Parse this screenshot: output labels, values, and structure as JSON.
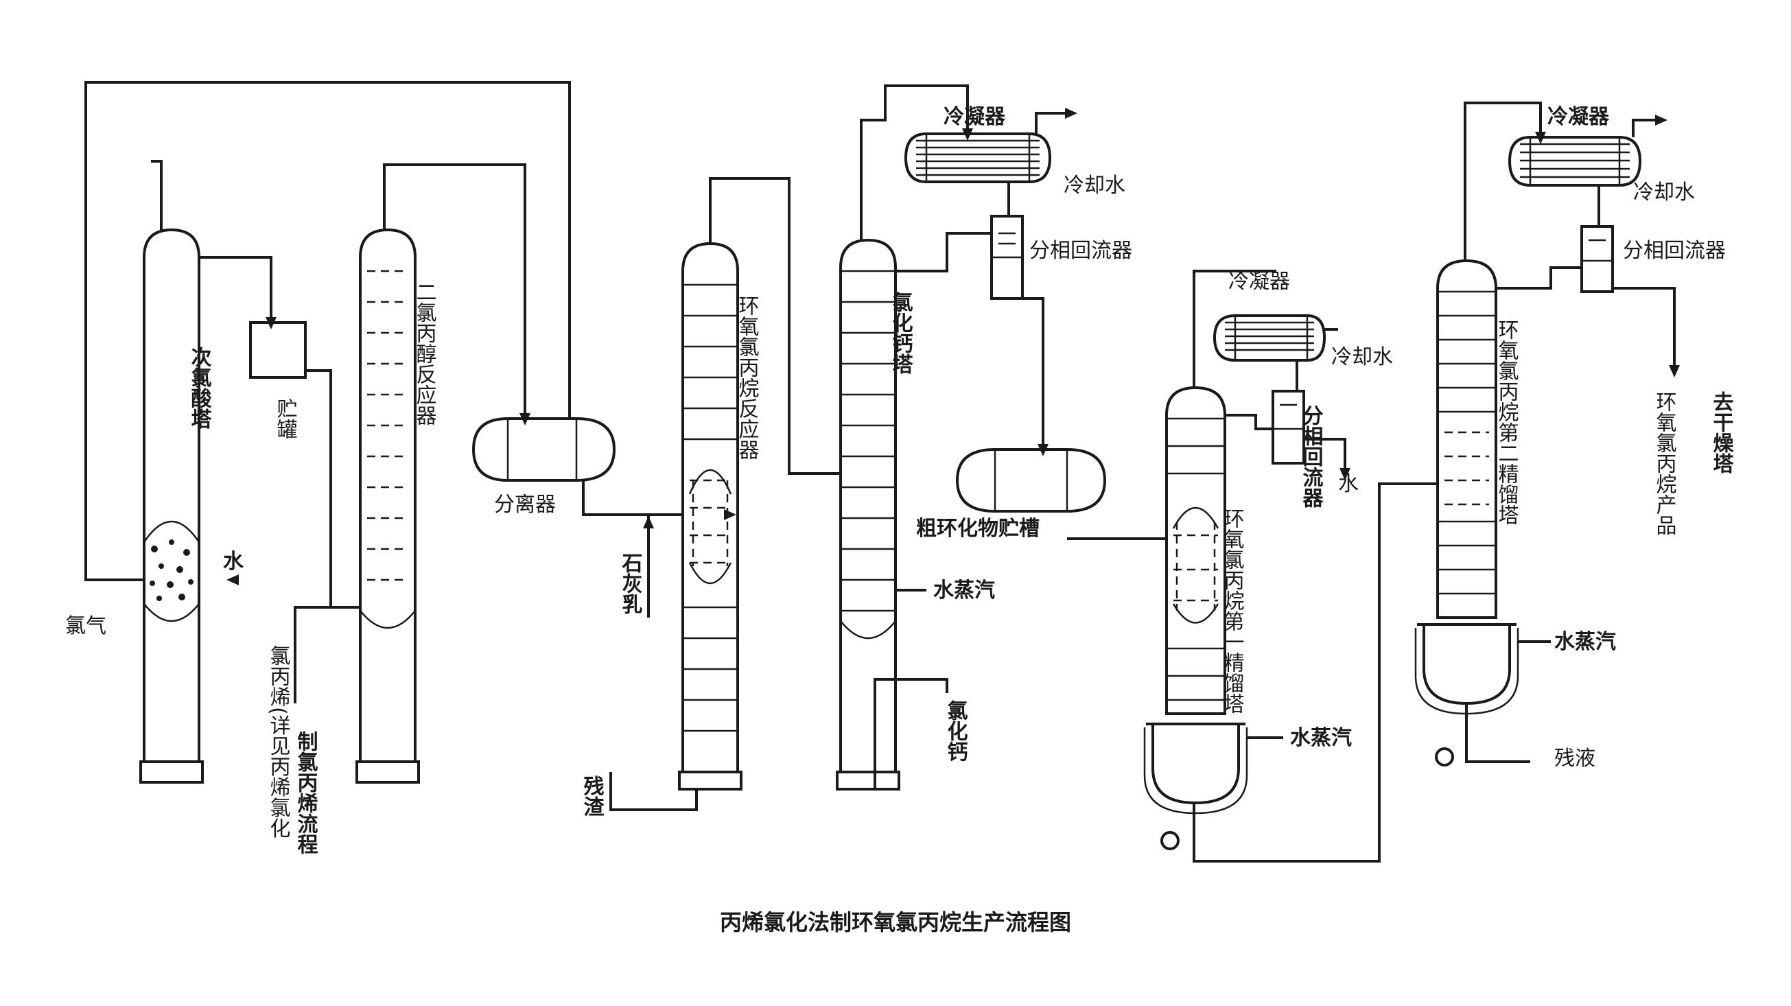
{
  "title": "丙烯氯化法制环氧氯丙烷生产流程图",
  "labels": {
    "hypochlorous_tower": "次氯酸塔",
    "storage_tank": "贮罐",
    "water_in": "水",
    "chlorine_gas": "氯气",
    "dichloropropanol_reactor": "二氯丙醇反应器",
    "allyl_chloride_note_a": "氯丙烯(详见丙烯氯化",
    "allyl_chloride_note_b": "制氯丙烯流程",
    "separator": "分离器",
    "lime_milk": "石灰乳",
    "residue_1": "残渣",
    "epoxy_reactor": "环氧氯丙烷反应器",
    "condenser_1": "冷凝器",
    "cooling_water_1": "冷却水",
    "phase_reflux_1": "分相回流器",
    "chlorination_tower": "氯化钙塔",
    "steam_1": "水蒸汽",
    "calcium_chloride": "氯化钙",
    "crude_tank": "粗环化物贮槽",
    "condenser_2": "冷凝器",
    "cooling_water_2": "冷却水",
    "phase_reflux_2": "分相回流器",
    "water_out_2": "水",
    "first_distill_tower": "环氧氯丙烷第一精馏塔",
    "steam_2": "水蒸汽",
    "condenser_3": "冷凝器",
    "cooling_water_3": "冷却水",
    "phase_reflux_3": "分相回流器",
    "second_distill_tower": "环氧氯丙烷第二精馏塔",
    "steam_3": "水蒸汽",
    "residue_2": "残液",
    "product": "环氧氯丙烷产品",
    "to_dryer": "去干燥塔"
  },
  "colors": {
    "ink": "#1a1a1a",
    "paper": "#ffffff"
  }
}
